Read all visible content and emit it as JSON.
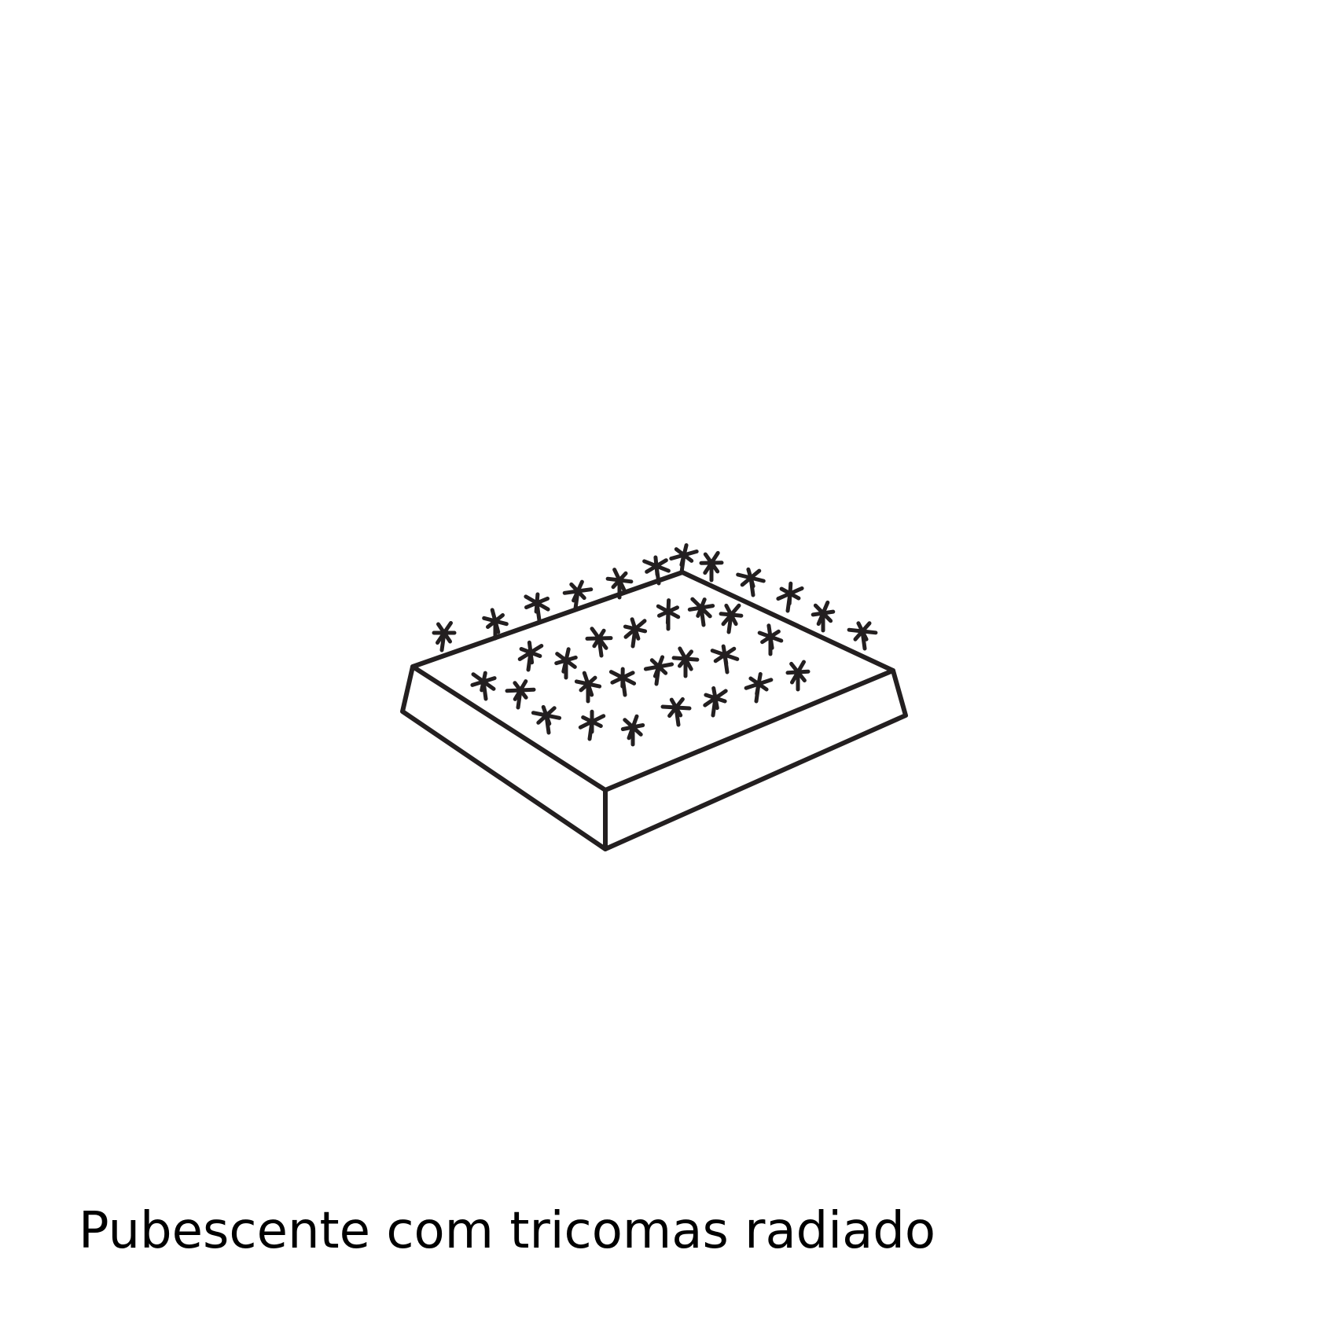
{
  "figure": {
    "caption": "Pubescente com tricomas radiado",
    "subject": "leaf-surface-block",
    "trichome_type": "radiate-trichome",
    "colors": {
      "ink": "#231f20",
      "background": "#ffffff",
      "text": "#000000"
    }
  }
}
